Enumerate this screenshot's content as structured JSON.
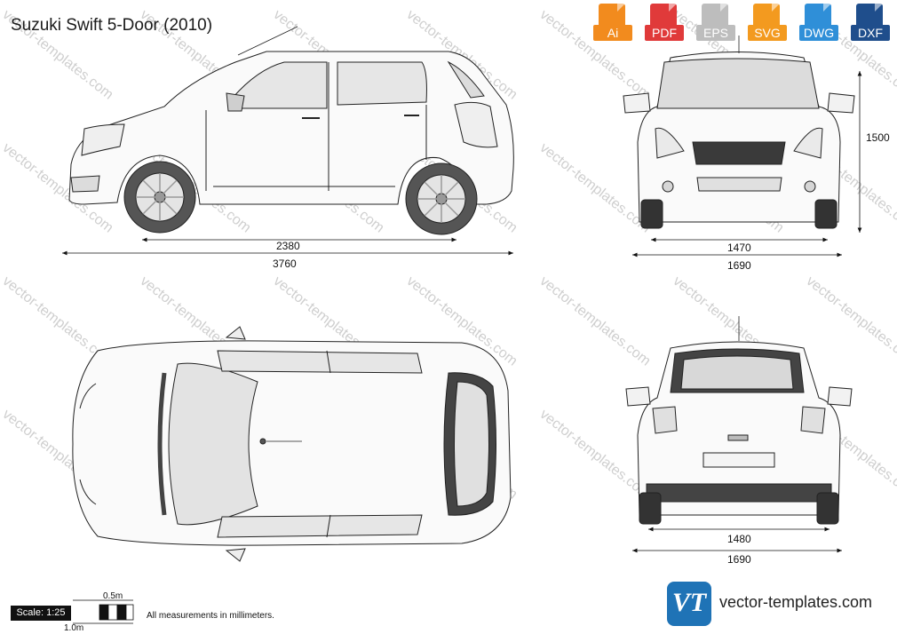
{
  "title": "Suzuki Swift 5-Door (2010)",
  "formats": [
    {
      "label": "Ai",
      "color": "#f28b1e"
    },
    {
      "label": "PDF",
      "color": "#e03a3a"
    },
    {
      "label": "EPS",
      "color": "#bdbdbd"
    },
    {
      "label": "SVG",
      "color": "#f39a1f"
    },
    {
      "label": "DWG",
      "color": "#2f8fd8"
    },
    {
      "label": "DXF",
      "color": "#1f4e8c"
    }
  ],
  "dimensions": {
    "wheelbase": "2380",
    "length": "3760",
    "height": "1500",
    "front_track": "1470",
    "width": "1690",
    "rear_track": "1480",
    "rear_width": "1690"
  },
  "scale": {
    "label": "Scale: 1:25",
    "half_meter": "0.5m",
    "one_meter": "1.0m"
  },
  "note": "All measurements in millimeters.",
  "watermark": "vector-templates.com",
  "logo": {
    "mark": "VT",
    "text": "vector-templates.com",
    "color": "#1f73b6"
  }
}
